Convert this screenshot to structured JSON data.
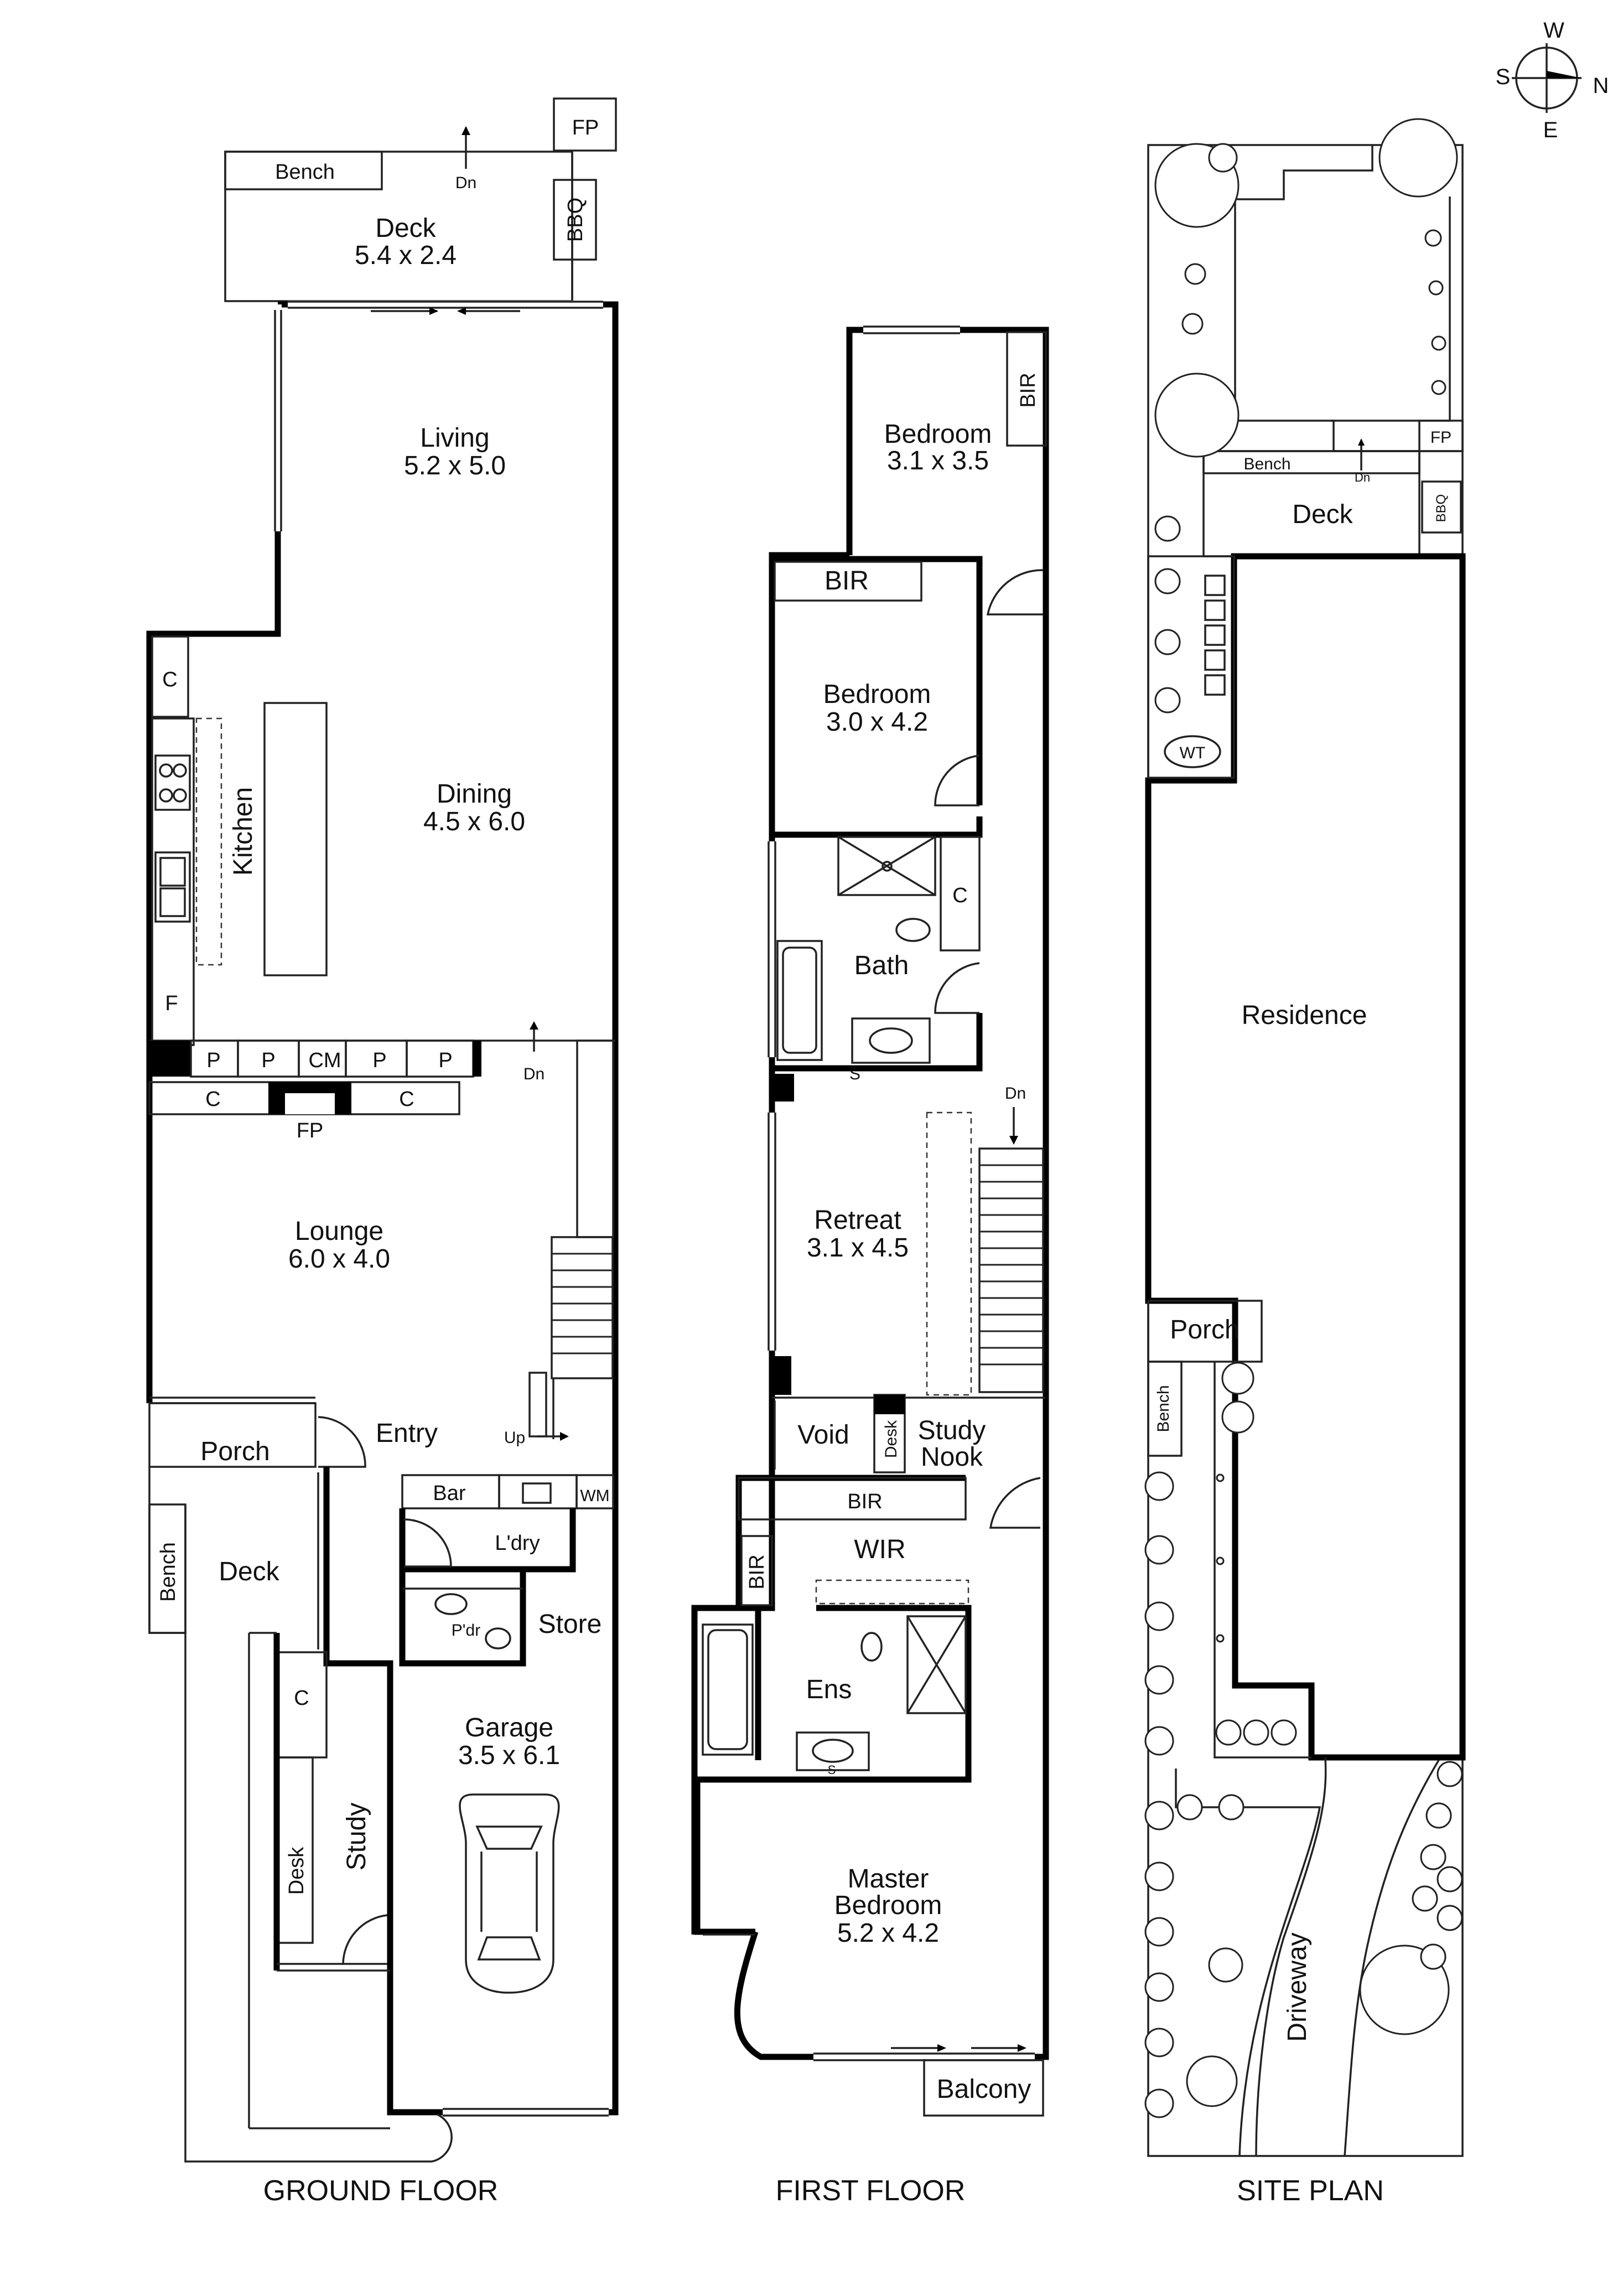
{
  "compass": {
    "w": "W",
    "s": "S",
    "n": "N",
    "e": "E"
  },
  "ground_floor": {
    "caption": "GROUND FLOOR",
    "deck": {
      "name": "Deck",
      "size": "5.4 x 2.4"
    },
    "bench": "Bench",
    "fp_top": "FP",
    "bbq": "BBQ",
    "dn_top": "Dn",
    "living": {
      "name": "Living",
      "size": "5.2 x 5.0"
    },
    "dining": {
      "name": "Dining",
      "size": "4.5 x 6.0"
    },
    "kitchen": "Kitchen",
    "c_kitchen": "C",
    "f": "F",
    "pantry_labels": [
      "P",
      "P",
      "CM",
      "P",
      "P"
    ],
    "dn_mid": "Dn",
    "c_left": "C",
    "c_right": "C",
    "fp_mid": "FP",
    "lounge": {
      "name": "Lounge",
      "size": "6.0 x 4.0"
    },
    "porch": "Porch",
    "entry": "Entry",
    "up": "Up",
    "bar": "Bar",
    "wm": "WM",
    "ldry": "L'dry",
    "deck_side": "Deck",
    "bench_side": "Bench",
    "pdr": "P'dr",
    "store": "Store",
    "c_study": "C",
    "garage": {
      "name": "Garage",
      "size": "3.5 x 6.1"
    },
    "desk": "Desk",
    "study": "Study"
  },
  "first_floor": {
    "caption": "FIRST FLOOR",
    "bedroom1": {
      "name": "Bedroom",
      "size": "3.1 x 3.5"
    },
    "bir_top": "BIR",
    "bir2": "BIR",
    "bedroom2": {
      "name": "Bedroom",
      "size": "3.0 x 4.2"
    },
    "c_bath": "C",
    "bath": "Bath",
    "s_bath": "S",
    "dn": "Dn",
    "retreat": {
      "name": "Retreat",
      "size": "3.1 x 4.5"
    },
    "void": "Void",
    "desk": "Desk",
    "study_nook": [
      "Study",
      "Nook"
    ],
    "bir3": "BIR",
    "bir4": "BIR",
    "wir": "WIR",
    "ens": "Ens",
    "s_ens": "S",
    "master": {
      "name1": "Master",
      "name2": "Bedroom",
      "size": "5.2 x 4.2"
    },
    "balcony": "Balcony"
  },
  "site_plan": {
    "caption": "SITE PLAN",
    "fp": "FP",
    "bench": "Bench",
    "dn": "Dn",
    "deck": "Deck",
    "bbq": "BBQ",
    "wt": "WT",
    "residence": "Residence",
    "porch": "Porch",
    "bench_side": "Bench",
    "driveway": "Driveway"
  }
}
